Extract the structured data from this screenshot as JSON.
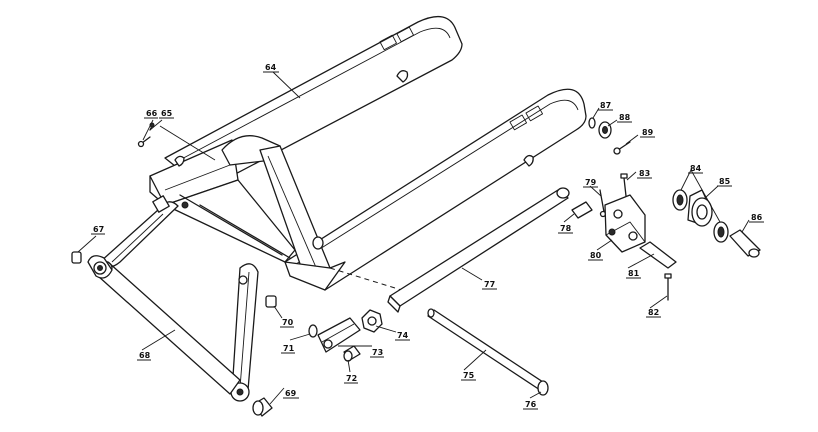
{
  "callouts": [
    {
      "id": "64",
      "text": "64"
    },
    {
      "id": "65",
      "text": "65"
    },
    {
      "id": "66",
      "text": "66"
    },
    {
      "id": "67",
      "text": "67"
    },
    {
      "id": "68",
      "text": "68"
    },
    {
      "id": "69",
      "text": "69"
    },
    {
      "id": "70",
      "text": "70"
    },
    {
      "id": "71",
      "text": "71"
    },
    {
      "id": "72",
      "text": "72"
    },
    {
      "id": "73",
      "text": "73"
    },
    {
      "id": "74",
      "text": "74"
    },
    {
      "id": "75",
      "text": "75"
    },
    {
      "id": "76",
      "text": "76"
    },
    {
      "id": "77",
      "text": "77"
    },
    {
      "id": "78",
      "text": "78"
    },
    {
      "id": "79",
      "text": "79"
    },
    {
      "id": "80",
      "text": "80"
    },
    {
      "id": "81",
      "text": "81"
    },
    {
      "id": "82",
      "text": "82"
    },
    {
      "id": "83",
      "text": "83"
    },
    {
      "id": "84",
      "text": "84"
    },
    {
      "id": "85",
      "text": "85"
    },
    {
      "id": "86",
      "text": "86"
    },
    {
      "id": "87",
      "text": "87"
    },
    {
      "id": "88",
      "text": "88"
    },
    {
      "id": "89",
      "text": "89"
    }
  ]
}
